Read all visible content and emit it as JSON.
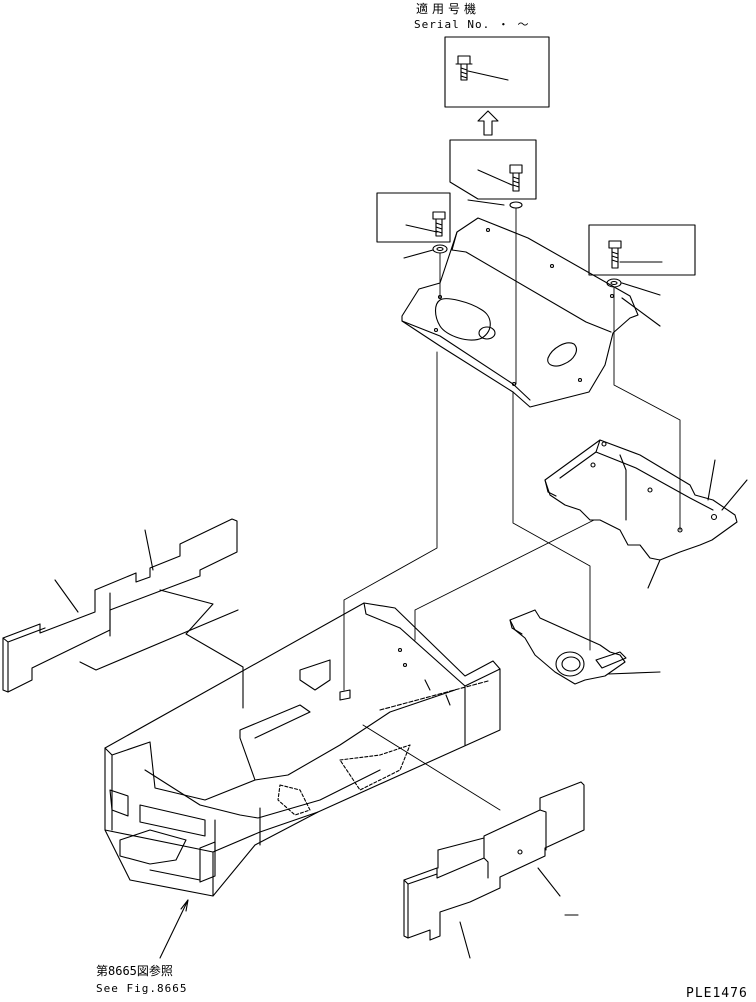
{
  "serial_note": {
    "label_jp": "適用号機",
    "label_en": "Serial No.",
    "range": "・ ～"
  },
  "reference": {
    "label_jp": "第8665図参照",
    "label_en": "See Fig.8665"
  },
  "drawing_code": "PLE1476",
  "parts": [
    "bolt-variant-box",
    "bolt-box-left",
    "bolt-box-center",
    "bolt-box-right",
    "top-cover-plate",
    "right-bracket-plate",
    "side-plate-left",
    "main-frame",
    "hinge-bracket",
    "side-plate-bottom"
  ]
}
